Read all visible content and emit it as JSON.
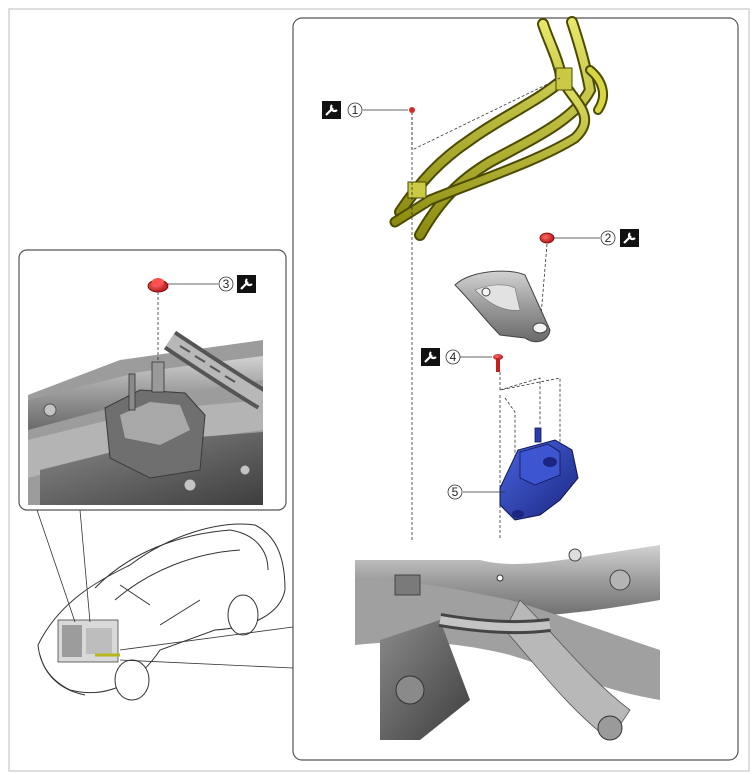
{
  "callouts": [
    {
      "id": "1",
      "text": "1",
      "torque_icon": "wrench-icon"
    },
    {
      "id": "2",
      "text": "2",
      "torque_icon": "wrench-icon"
    },
    {
      "id": "3",
      "text": "3",
      "torque_icon": "wrench-icon"
    },
    {
      "id": "4",
      "text": "4",
      "torque_icon": "wrench-icon"
    },
    {
      "id": "5",
      "text": "5"
    }
  ],
  "colors": {
    "frame": "#c8c8c8",
    "panel_border": "#555555",
    "harness_yellow": "#b8b81e",
    "mount_blue": "#2c3fb8",
    "fastener_red": "#d42a2a",
    "metal_gray": "#8e8e8e"
  }
}
